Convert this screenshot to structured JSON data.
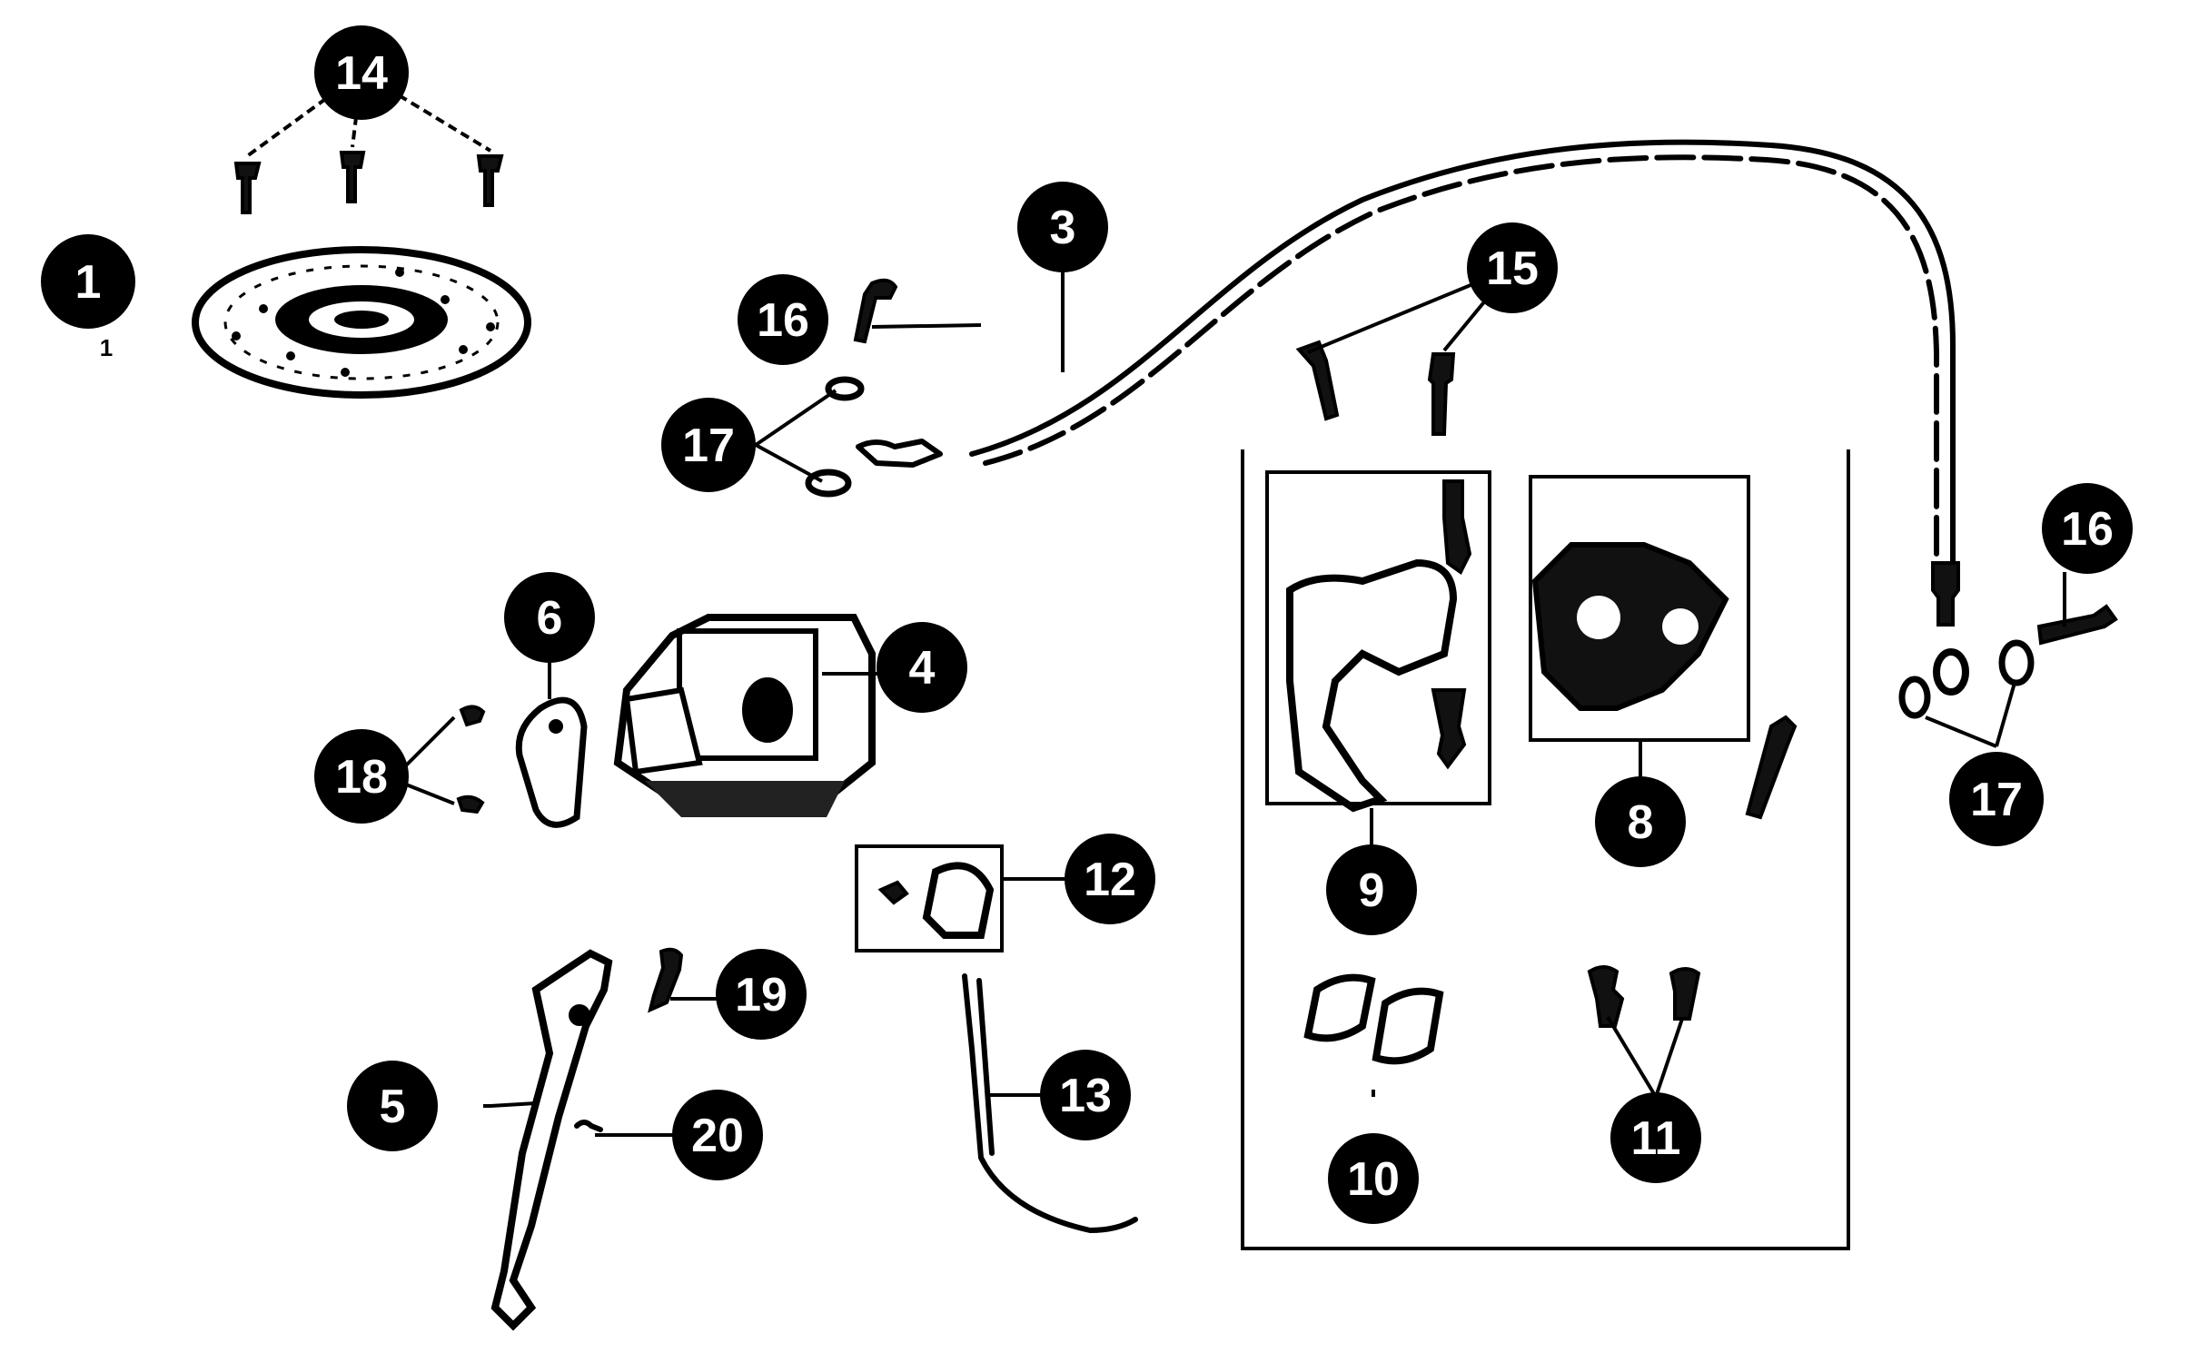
{
  "diagram": {
    "colors": {
      "ink": "#000000",
      "paper": "#ffffff",
      "callout_text": "#ffffff"
    },
    "callouts": [
      {
        "id": "c1",
        "label": "1"
      },
      {
        "id": "c3",
        "label": "3"
      },
      {
        "id": "c4",
        "label": "4"
      },
      {
        "id": "c5",
        "label": "5"
      },
      {
        "id": "c6",
        "label": "6"
      },
      {
        "id": "c8",
        "label": "8"
      },
      {
        "id": "c9",
        "label": "9"
      },
      {
        "id": "c10",
        "label": "10"
      },
      {
        "id": "c11",
        "label": "11"
      },
      {
        "id": "c12",
        "label": "12"
      },
      {
        "id": "c13",
        "label": "13"
      },
      {
        "id": "c14",
        "label": "14"
      },
      {
        "id": "c15",
        "label": "15"
      },
      {
        "id": "c16a",
        "label": "16"
      },
      {
        "id": "c16b",
        "label": "16"
      },
      {
        "id": "c17a",
        "label": "17"
      },
      {
        "id": "c17b",
        "label": "17"
      },
      {
        "id": "c18",
        "label": "18"
      },
      {
        "id": "c19",
        "label": "19"
      },
      {
        "id": "c20",
        "label": "20"
      }
    ],
    "sub_label_1": "1",
    "icons": {
      "disc": "brake-disc-icon",
      "hose": "brake-hose-icon",
      "master_cylinder": "master-cylinder-icon",
      "lever": "brake-lever-icon",
      "caliper": "caliper-icon",
      "pads": "brake-pads-icon"
    }
  }
}
